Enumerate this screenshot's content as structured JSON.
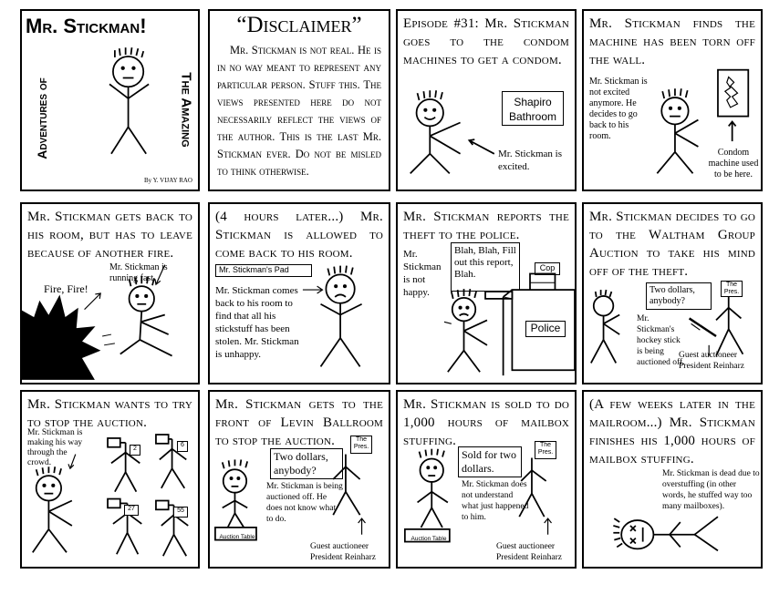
{
  "title_panel": {
    "title": "Mr. Stickman!",
    "left_text": "Adventures of",
    "right_text": "The Amazing",
    "byline": "By Y. VIJAY RAO"
  },
  "disclaimer": {
    "heading": "“Disclaimer”",
    "body": "Mr. Stickman is not real. He is in no way meant to represent any particular person. Stuff this. The views presented here do not necessarily reflect the views of the author. This is the last Mr. Stickman ever. Do not be misled to think otherwise."
  },
  "p3": {
    "caption": "Episode #31: Mr. Stickman goes to the condom machines to get a condom.",
    "sign_line1": "Shapiro",
    "sign_line2": "Bathroom",
    "note": "Mr. Stickman is excited."
  },
  "p4": {
    "caption": "Mr. Stickman finds the machine has been torn off the wall.",
    "note_left": "Mr. Stickman is not excited anymore. He decides to go back to his room.",
    "note_right": "Condom machine used to be here."
  },
  "p5": {
    "caption": "Mr. Stickman gets back to his room, but has to leave because of another fire.",
    "note_running": "Mr. Stickman is running fast.",
    "note_fire": "Fire, Fire!"
  },
  "p6": {
    "caption": "(4 hours later...) Mr. Stickman is allowed to come back to his room.",
    "sign": "Mr. Stickman's Pad",
    "note": "Mr. Stickman comes back to his room to find that all his stickstuff has been stolen. Mr. Stickman is unhappy."
  },
  "p7": {
    "caption": "Mr. Stickman reports the theft to the police.",
    "note_left": "Mr. Stickman is not happy.",
    "speech": "Blah, Blah, Fill out this report, Blah.",
    "cop_label": "Cop",
    "police_label": "Police"
  },
  "p8": {
    "caption": "Mr. Stickman decides to go to the Waltham Group Auction to take his mind off of the theft.",
    "speech": "Two dollars, anybody?",
    "pres_label": "The Pres.",
    "note_stick": "Mr. Stickman's hockey stick is being auctioned off.",
    "note_auctioneer": "Guest auctioneer President Reinharz"
  },
  "p9": {
    "caption": "Mr. Stickman wants to try to stop the auction.",
    "note": "Mr. Stickman is making his way through the crowd.",
    "card_1": "2",
    "card_2": "6",
    "card_3": "27",
    "card_4": "55"
  },
  "p10": {
    "caption": "Mr. Stickman gets to the front of Levin Ballroom to stop the auction.",
    "speech": "Two dollars, anybody?",
    "pres_label": "The Pres.",
    "note": "Mr. Stickman is being auctioned off. He does not know what to do.",
    "table_label": "Auction Table",
    "note_auctioneer": "Guest auctioneer President Reinharz"
  },
  "p11": {
    "caption": "Mr. Stickman is sold to do 1,000 hours of mailbox stuffing.",
    "speech": "Sold for two dollars.",
    "pres_label": "The Pres.",
    "note": "Mr. Stickman does not understand what just happened to him.",
    "table_label": "Auction Table",
    "note_auctioneer": "Guest auctioneer President Reinharz"
  },
  "p12": {
    "caption": "(A few weeks later in the mailroom...) Mr. Stickman finishes his 1,000 hours of mailbox stuffing.",
    "note": "Mr. Stickman is dead due to overstuffing (in other words, he stuffed way too many mailboxes)."
  }
}
